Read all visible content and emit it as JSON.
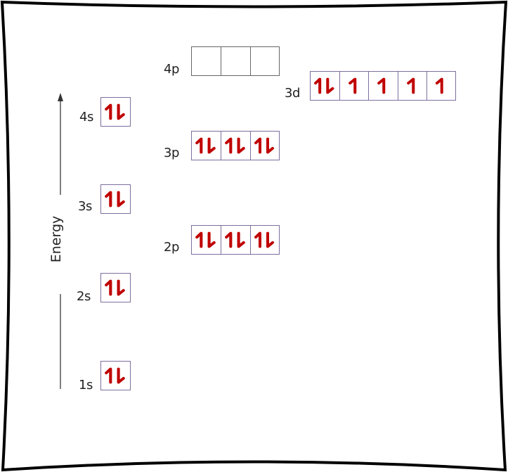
{
  "diagram": {
    "title": "",
    "axis_label": "Energy",
    "colors": {
      "arrow": "#c00000",
      "box_border": "#7d6f9e",
      "empty_box_border": "#666666",
      "text": "#222222",
      "frame": "#000000"
    },
    "orbitals": [
      {
        "name": "1s",
        "boxes": [
          "pair"
        ]
      },
      {
        "name": "2s",
        "boxes": [
          "pair"
        ]
      },
      {
        "name": "2p",
        "boxes": [
          "pair",
          "pair",
          "pair"
        ]
      },
      {
        "name": "3s",
        "boxes": [
          "pair"
        ]
      },
      {
        "name": "3p",
        "boxes": [
          "pair",
          "pair",
          "pair"
        ]
      },
      {
        "name": "4s",
        "boxes": [
          "pair"
        ]
      },
      {
        "name": "3d",
        "boxes": [
          "pair",
          "up",
          "up",
          "up",
          "up"
        ]
      },
      {
        "name": "4p",
        "boxes": [
          "empty",
          "empty",
          "empty"
        ]
      }
    ],
    "labels": {
      "o1s": "1s",
      "o2s": "2s",
      "o2p": "2p",
      "o3s": "3s",
      "o3p": "3p",
      "o4s": "4s",
      "o3d": "3d",
      "o4p": "4p"
    }
  }
}
